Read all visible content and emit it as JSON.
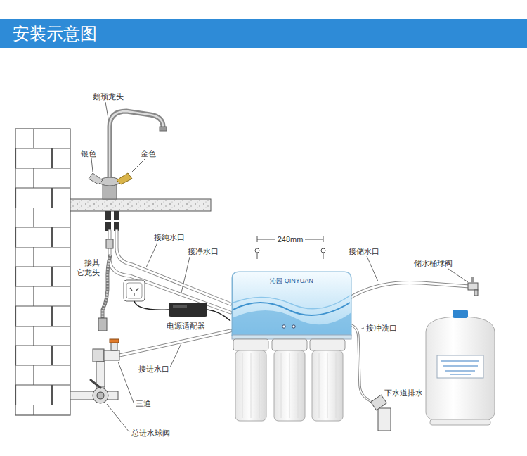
{
  "diagram": {
    "title": "安装示意图",
    "nodes": [
      {
        "text": [
          "沁园 QINYUAN"
        ]
      }
    ],
    "labels": [
      "鹅颈龙头",
      "银色",
      "金色",
      "接纯水口",
      "接净水口",
      "248mm",
      "接其它龙头",
      "电源适配器",
      "接进水口",
      "三通",
      "总进水球阀",
      "接储水口",
      "储水桶球阀",
      "接冲洗口",
      "下水道排水"
    ]
  }
}
